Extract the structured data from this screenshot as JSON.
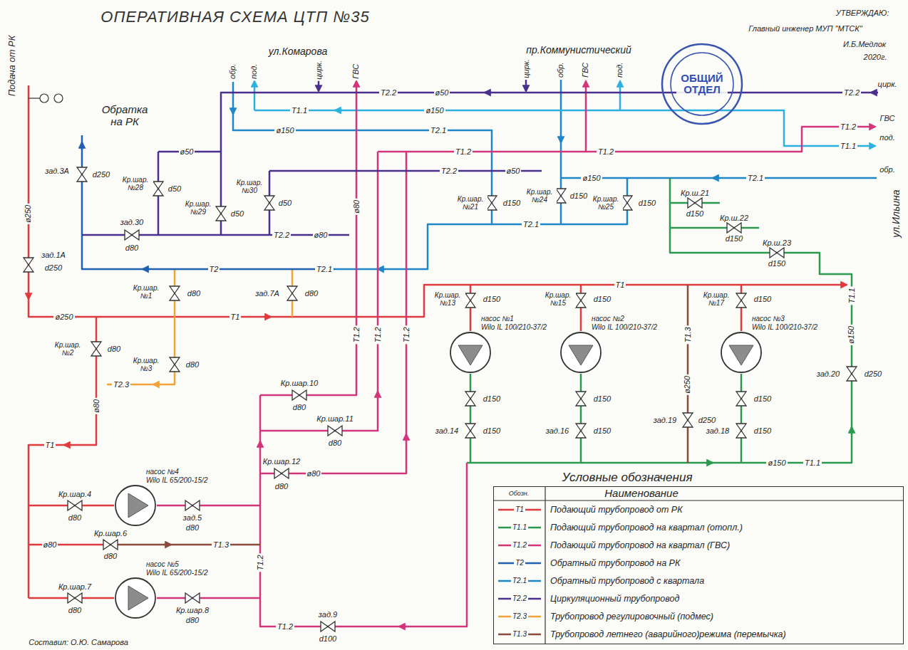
{
  "diagram": {
    "title": "ОПЕРАТИВНАЯ СХЕМА ЦТП №35",
    "nodes": [
      {
        "text": [
          "ОБЩИЙ ОТДЕЛ"
        ]
      },
      {
        "text": [
          "насос №1",
          "Wilo IL 100/210-37/2"
        ]
      },
      {
        "text": [
          "насос №2",
          "Wilo IL 100/210-37/2"
        ]
      },
      {
        "text": [
          "насос №3",
          "Wilo IL 100/210-37/2"
        ]
      },
      {
        "text": [
          "насос №4",
          "Wilo IL 65/200-15/2"
        ]
      },
      {
        "text": [
          "насос №5",
          "Wilo IL 65/200-15/2"
        ]
      }
    ],
    "labels": [
      "УТВЕРЖДАЮ:",
      "Главный инженер МУП \"МТСК\"",
      "И.Б.Медлок",
      "2020г.",
      "ул.Комарова",
      "пр.Коммунистический",
      "ул.Ильина",
      "Подача от РК",
      "Обратка на РК",
      "обр.",
      "под.",
      "цирк.",
      "ГВС",
      "цирк.",
      "обр.",
      "ГВС",
      "под.",
      "цирк.",
      "ГВС",
      "под.",
      "обр.",
      "Т2.2",
      "Т1.2",
      "Т1.1",
      "ø50",
      "Т2.2",
      "Т1.1",
      "ø150",
      "Т2.1",
      "ø150",
      "Т1.2",
      "Т1.2",
      "Т2.2",
      "ø50",
      "ø50",
      "Т2.2",
      "ø80",
      "Т2.1",
      "ø150",
      "Т2.1",
      "Т2",
      "Т2.1",
      "Т1",
      "ø250",
      "ø250",
      "Т1",
      "Т2.3",
      "Т1",
      "ø80",
      "ø80",
      "Т1.3",
      "Т1.2",
      "Т1.2",
      "ø80",
      "Т1.2",
      "Т1.2",
      "Т1.2",
      "ø80",
      "Т1.1",
      "ø150",
      "Т1.3",
      "ø250",
      "ø150",
      "Т1.1",
      "Кр.шар. №28",
      "d50",
      "Кр.шар. №29",
      "d50",
      "Кр.шар. №30",
      "d50",
      "зад.3А",
      "d250",
      "зад.30",
      "d80",
      "зад.1А",
      "d250",
      "Кр.шар. №1",
      "d80",
      "зад.7А",
      "d80",
      "Кр.шар. №2",
      "d80",
      "Кр.шар. №3",
      "d80",
      "Кр.шар. №13",
      "d150",
      "Кр.шар. №15",
      "d150",
      "Кр.шар. №17",
      "d150",
      "d150",
      "зад.14",
      "d150",
      "d150",
      "зад.16",
      "d150",
      "d150",
      "зад.18",
      "d150",
      "зад.19",
      "d250",
      "зад.20",
      "d250",
      "Кр.ш.21",
      "d150",
      "Кр.ш.22",
      "d150",
      "Кр.ш.23",
      "d150",
      "Кр.шар. №24",
      "d150",
      "Кр.шар. №21",
      "d150",
      "Кр.шар. №25",
      "d150",
      "Кр.шар.10",
      "d80",
      "Кр.шар.11",
      "d80",
      "Кр.шар.12",
      "d80",
      "Кр.шар.4",
      "d80",
      "зад.5",
      "d80",
      "Кр.шар.6",
      "d80",
      "Кр.шар.7",
      "d80",
      "Кр.шар.8",
      "d80",
      "зад.9",
      "d100",
      "Условные обозначения",
      "Обозн.",
      "Наименование",
      "Т1",
      "Т1.1",
      "Т1.2",
      "Т2",
      "Т2.1",
      "Т2.2",
      "Т2.3",
      "Т1.3",
      "Составил: О.Ю. Самарова"
    ],
    "legend": [
      {
        "text": "Подающий трубопровод от РК"
      },
      {
        "text": "Подающий трубопровод на квартал (отопл.)"
      },
      {
        "text": "Подающий трубопровод на квартал (ГВС)"
      },
      {
        "text": "Обратный трубопровод на РК"
      },
      {
        "text": "Обратный трубопровод с квартала"
      },
      {
        "text": "Циркуляционный трубопровод"
      },
      {
        "text": "Трубопровод регулировочный (подмес)"
      },
      {
        "text": "Трубопровод летнего (аварийного)режима (перемычка)"
      }
    ]
  }
}
